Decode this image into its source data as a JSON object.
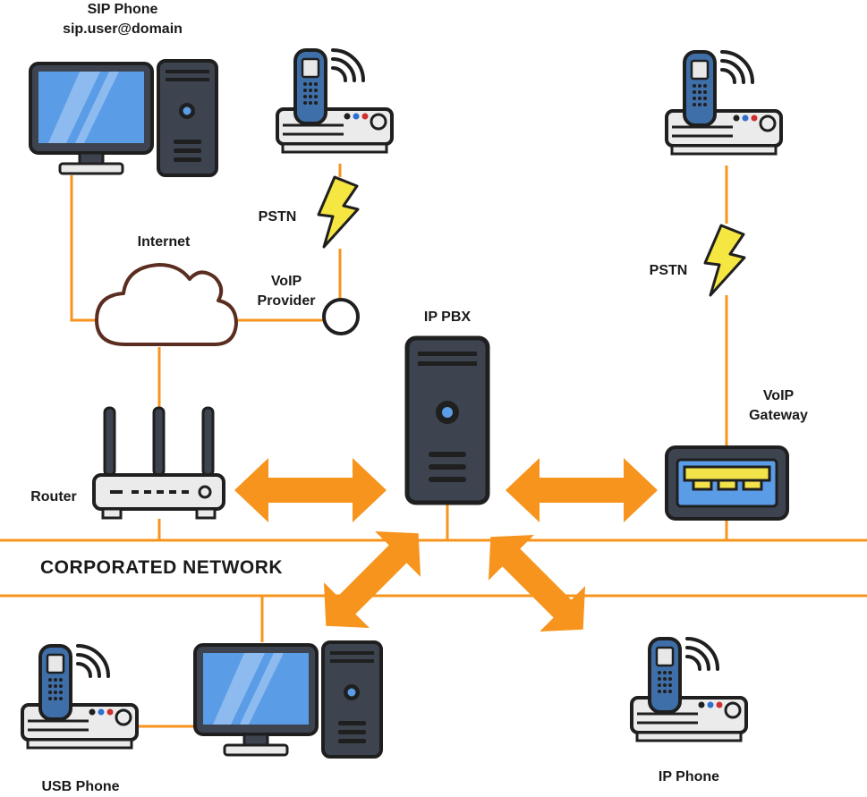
{
  "labels": {
    "sip_phone_title": "SIP Phone",
    "sip_phone_address": "sip.user@domain",
    "internet": "Internet",
    "pstn_left": "PSTN",
    "voip_provider_line1": "VoIP",
    "voip_provider_line2": "Provider",
    "ip_pbx": "IP PBX",
    "pstn_right": "PSTN",
    "voip_gateway_line1": "VoIP",
    "voip_gateway_line2": "Gateway",
    "router": "Router",
    "network": "CORPORATED NETWORK",
    "usb_phone": "USB Phone",
    "ip_phone": "IP Phone"
  },
  "colors": {
    "line": "#f7941d",
    "arrow": "#f7941d",
    "outline": "#1f1f1f",
    "screen": "#5b9ce6",
    "screen_highlight": "#8dbbf0",
    "handset": "#3f6fa8",
    "device_body": "#3d4450",
    "device_light": "#ebebeb",
    "bolt": "#f5e642",
    "cloud": "#5a2d20",
    "gateway_ports": "#f2e34a"
  },
  "icons": [
    "desktop-computer-icon",
    "cordless-phone-icon",
    "lightning-bolt-icon",
    "cloud-icon",
    "circle-node-icon",
    "server-tower-icon",
    "wifi-router-icon",
    "network-switch-icon",
    "double-arrow-icon"
  ]
}
